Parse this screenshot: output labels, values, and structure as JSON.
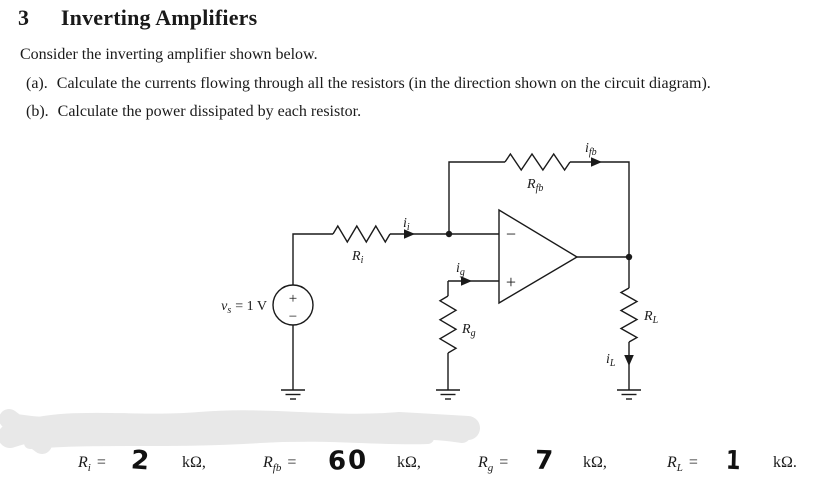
{
  "colors": {
    "ink": "#1a1a1a",
    "background": "#ffffff",
    "smudge": "#e8e8e8"
  },
  "heading": {
    "number": "3",
    "title": "Inverting Amplifiers"
  },
  "intro": "Consider the inverting amplifier shown below.",
  "tasks": [
    {
      "label": "(a).",
      "text": "Calculate the currents flowing through all the resistors (in the direction shown on the circuit diagram)."
    },
    {
      "label": "(b).",
      "text": "Calculate the power dissipated by each resistor."
    }
  ],
  "circuit": {
    "source": {
      "base": "v",
      "sub": "s",
      "rest": "= 1 V",
      "plus": "+",
      "minus": "−"
    },
    "opamp": {
      "minus": "−",
      "plus": "+"
    },
    "labels": {
      "ri": {
        "base": "R",
        "sub": "i"
      },
      "rfb": {
        "base": "R",
        "sub": "fb"
      },
      "rg": {
        "base": "R",
        "sub": "g"
      },
      "rl": {
        "base": "R",
        "sub": "L"
      },
      "ii": {
        "base": "i",
        "sub": "i"
      },
      "ifb": {
        "base": "i",
        "sub": "fb"
      },
      "ig": {
        "base": "i",
        "sub": "g"
      },
      "il": {
        "base": "i",
        "sub": "L"
      }
    }
  },
  "values": [
    {
      "base": "R",
      "sub": "i",
      "eq": "=",
      "value": "2",
      "unit": "kΩ,"
    },
    {
      "base": "R",
      "sub": "fb",
      "eq": "=",
      "value": "60",
      "unit": "kΩ,"
    },
    {
      "base": "R",
      "sub": "g",
      "eq": "=",
      "value": "7",
      "unit": "kΩ,"
    },
    {
      "base": "R",
      "sub": "L",
      "eq": "=",
      "value": "1",
      "unit": "kΩ."
    }
  ]
}
